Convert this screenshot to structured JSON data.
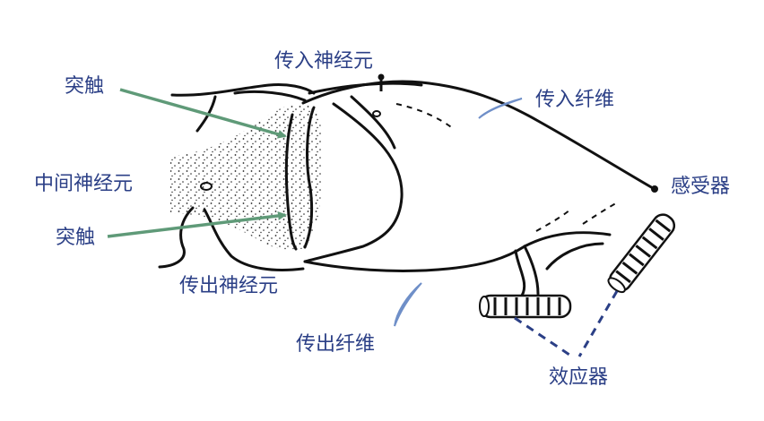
{
  "labels": {
    "afferent_neuron": "传入神经元",
    "afferent_fiber": "传入纤维",
    "synapse_top": "突触",
    "interneuron": "中间神经元",
    "synapse_bottom": "突触",
    "receptor": "感受器",
    "efferent_neuron": "传出神经元",
    "efferent_fiber": "传出纤维",
    "effector": "效应器"
  },
  "colors": {
    "label_text": "#2b3f86",
    "green_arrow": "#5f9a78",
    "blue_arrow": "#6f8fc8",
    "dashed_line": "#2b3f86",
    "ink": "#111111"
  }
}
